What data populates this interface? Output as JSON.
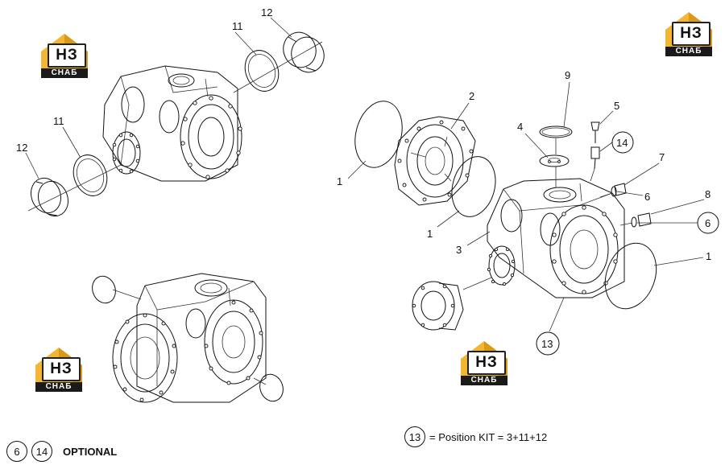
{
  "logo": {
    "brand_text": "НЗ",
    "sub_text": "СНАБ",
    "accent_color": "#f2b632"
  },
  "callouts": {
    "c1a": "1",
    "c1b": "1",
    "c1c": "1",
    "c2": "2",
    "c3": "3",
    "c4": "4",
    "c5": "5",
    "c6a": "6",
    "c6b": "6",
    "c7": "7",
    "c8": "8",
    "c9": "9",
    "c11a": "11",
    "c11b": "11",
    "c12a": "12",
    "c12b": "12",
    "c13": "13",
    "c14": "14"
  },
  "legend": {
    "optional_items": [
      "6",
      "14"
    ],
    "optional_label": "OPTIONAL",
    "kit_number": "13",
    "kit_text": "= Position KIT = 3+11+12"
  }
}
